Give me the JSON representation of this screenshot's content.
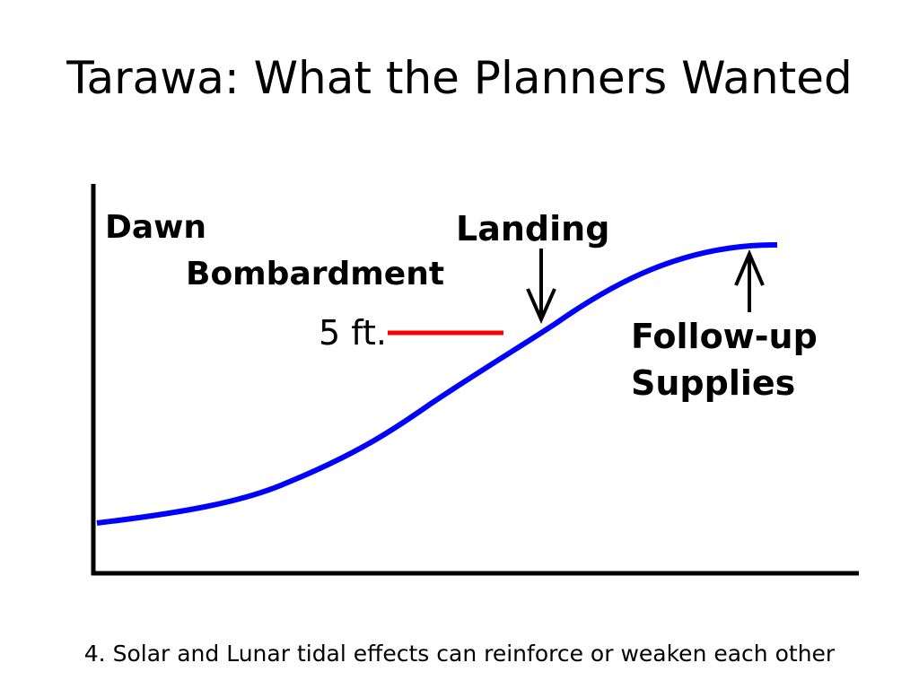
{
  "slide": {
    "title": "Tarawa: What the Planners Wanted",
    "caption": "4. Solar and Lunar tidal effects can reinforce or weaken each other"
  },
  "diagram": {
    "labels": {
      "dawn": "Dawn",
      "bombardment": "Bombardment",
      "landing": "Landing",
      "five_ft": "5 ft.",
      "follow_up": "Follow-up",
      "supplies": "Supplies"
    },
    "colors": {
      "curve": "#0000ff",
      "marker": "#ff0000",
      "axes": "#000000"
    }
  }
}
